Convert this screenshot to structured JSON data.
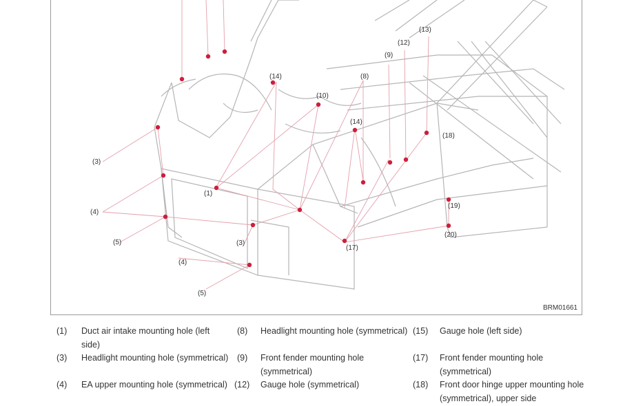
{
  "figure": {
    "code": "BRM01661",
    "callouts": [
      "(13)",
      "(12)",
      "(9)",
      "(14)",
      "(10)",
      "(8)",
      "(14)",
      "(18)",
      "(3)",
      "(1)",
      "(4)",
      "(19)",
      "(5)",
      "(3)",
      "(17)",
      "(20)",
      "(4)",
      "(5)"
    ],
    "colors": {
      "lines": "#e3a0ab",
      "dots": "#cc1f3c",
      "frame": "#b8b8b8"
    }
  },
  "legend": {
    "columns": [
      [
        {
          "num": "(1)",
          "text": "Duct air intake mounting hole (left side)"
        },
        {
          "num": "(3)",
          "text": "Headlight mounting hole (symmetrical)"
        },
        {
          "num": "(4)",
          "text": "EA upper mounting hole (symmetrical)"
        }
      ],
      [
        {
          "num": "(8)",
          "text": "Headlight mounting hole (symmetrical)"
        },
        {
          "num": "(9)",
          "text": "Front fender mounting hole (symmetrical)"
        },
        {
          "num": "(12)",
          "text": "Gauge hole (symmetrical)"
        }
      ],
      [
        {
          "num": "(15)",
          "text": "Gauge hole (left side)"
        },
        {
          "num": "(17)",
          "text": "Front fender mounting hole (symmetrical)"
        },
        {
          "num": "(18)",
          "text": "Front door hinge upper mounting hole (symmetrical), upper side"
        }
      ]
    ]
  }
}
